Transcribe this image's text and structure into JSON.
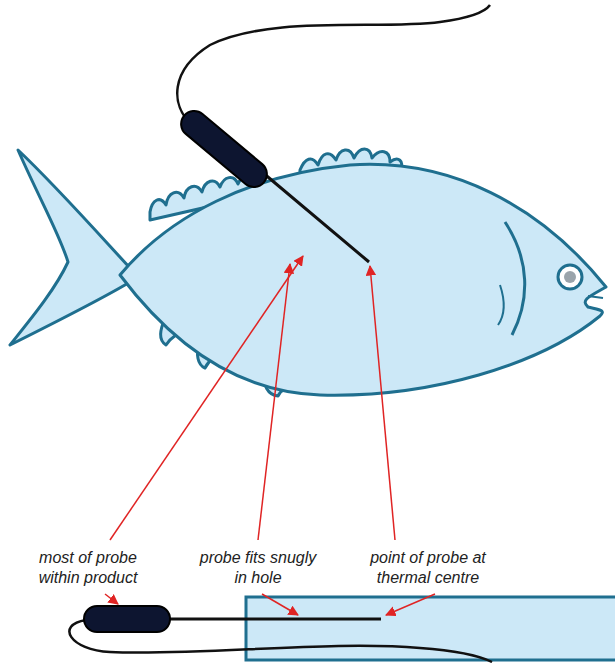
{
  "diagram": {
    "labels": [
      "most of probe within product",
      "probe fits snugly in hole",
      "point of probe at thermal centre"
    ]
  }
}
